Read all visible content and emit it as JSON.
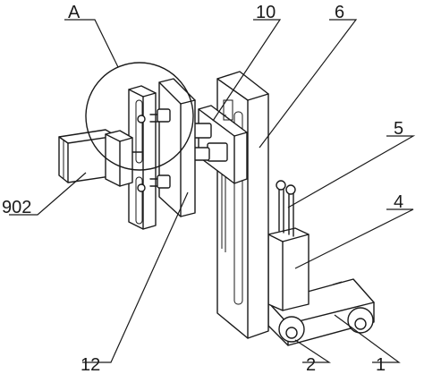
{
  "labels": {
    "a": "A",
    "ten": "10",
    "six": "6",
    "five": "5",
    "four": "4",
    "nine_oh_two": "902",
    "twelve": "12",
    "two": "2",
    "one": "1"
  }
}
